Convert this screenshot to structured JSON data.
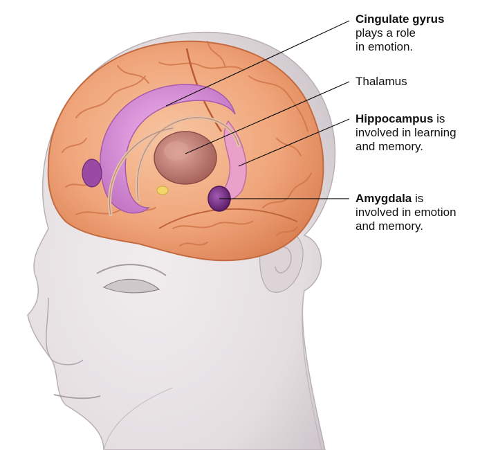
{
  "labels": {
    "cingulate": {
      "term": "Cingulate gyrus",
      "line2": "plays a role",
      "line3": "in emotion."
    },
    "thalamus": {
      "term": "Thalamus"
    },
    "hippocampus": {
      "term": "Hippocampus",
      "suffix": " is",
      "line2": "involved in learning",
      "line3": "and memory."
    },
    "amygdala": {
      "term": "Amygdala",
      "suffix": " is",
      "line2": "involved in emotion",
      "line3": "and memory."
    }
  },
  "colors": {
    "cortex": "#f2a57a",
    "cortex_dark": "#d9784d",
    "skin": "#e9e4e6",
    "skin_shadow": "#c9c2c6",
    "limbic": "#d98cd6",
    "thalamus": "#b97a72",
    "amygdala": "#7a2f8a"
  }
}
